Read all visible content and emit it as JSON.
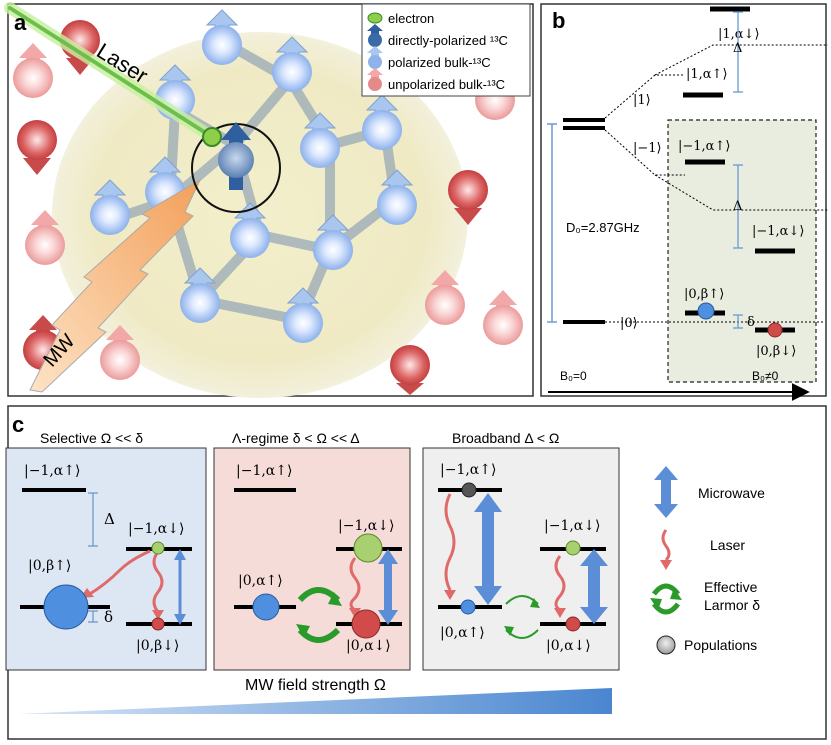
{
  "panel_a": {
    "letter": "a",
    "laser_label": "Laser",
    "mw_label": "MW",
    "legend": {
      "electron": "electron",
      "direct": "directly-polarized ¹³C",
      "polarized": "polarized bulk-¹³C",
      "unpolarized": "unpolarized bulk-¹³C"
    }
  },
  "panel_b": {
    "letter": "b",
    "ket_0": "|0⟩",
    "ket_p1": "|1⟩",
    "ket_m1": "|−1⟩",
    "ket_1_au": "|1,α↑⟩",
    "ket_1_ad": "|1,α↓⟩",
    "ket_m1_au": "|−1,α↑⟩",
    "ket_m1_ad": "|−1,α↓⟩",
    "ket_0_bu": "|0,β↑⟩",
    "ket_0_bd": "|0,β↓⟩",
    "delta_big_1": "Δ",
    "delta_big_2": "Δ",
    "delta_small": "δ",
    "zero_field": "D₀=2.87GHz",
    "b0_zero": "B₀=0",
    "b0_nonzero": "B₀≠0"
  },
  "panel_c": {
    "letter": "c",
    "selective": {
      "title": "Selective Ω << δ",
      "top_left": "|−1,α↑⟩",
      "top_right": "|−1,α↓⟩",
      "bot_left": "|0,β↑⟩",
      "bot_right": "|0,β↓⟩",
      "big_delta": "Δ",
      "small_delta": "δ"
    },
    "lambda": {
      "title": "Λ-regime δ < Ω << Δ",
      "top_left": "|−1,α↑⟩",
      "top_right": "|−1,α↓⟩",
      "bot_left": "|0,α↑⟩",
      "bot_right": "|0,α↓⟩"
    },
    "broadband": {
      "title": "Broadband Δ < Ω",
      "top_left": "|−1,α↑⟩",
      "top_right": "|−1,α↓⟩",
      "bot_left": "|0,α↑⟩",
      "bot_right": "|0,α↓⟩"
    },
    "legend": {
      "microwave": "Microwave",
      "laser": "Laser",
      "effective": "Effective",
      "larmor": "Larmor δ",
      "populations": "Populations"
    },
    "field_strength": "MW field strength Ω"
  },
  "colors": {
    "electron": "#8ecf4a",
    "blue_state": "#4f8fe0",
    "red_state": "#d14b4b",
    "mw_arrow": "#5b8ed6",
    "laser": "#e06a6a",
    "effective": "#2a9a2a",
    "bg_selective": "#dde7f3",
    "bg_lambda": "#f6dcd8",
    "bg_broadband": "#efefef"
  }
}
